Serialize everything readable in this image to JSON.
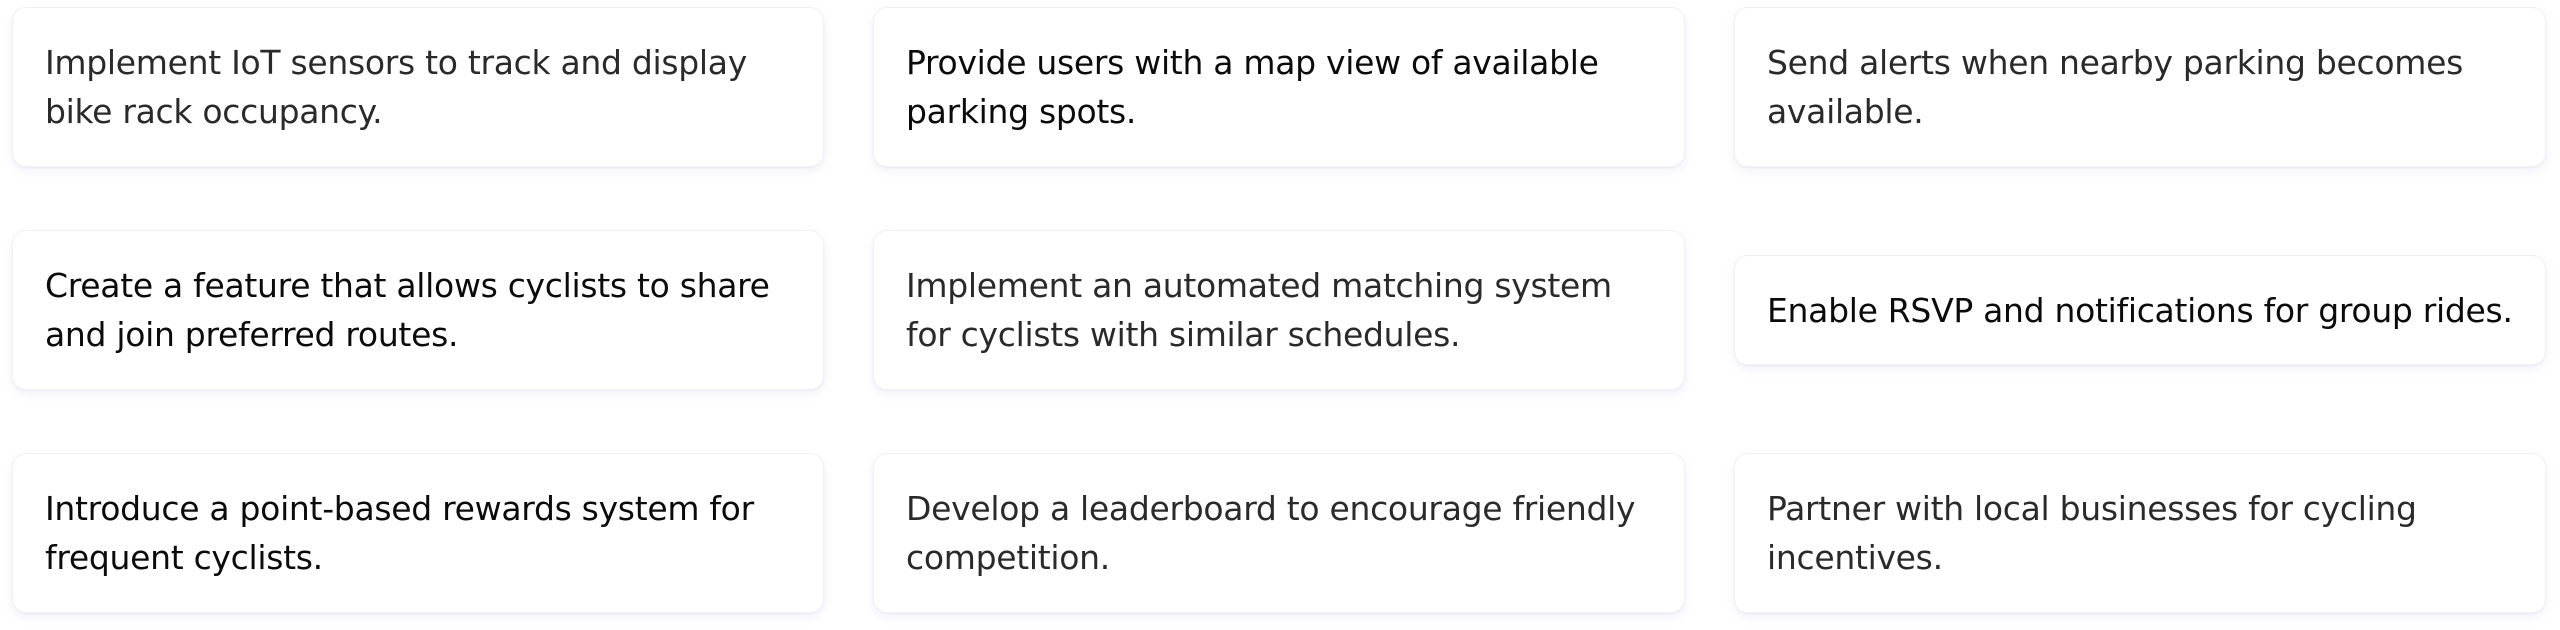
{
  "cards": [
    {
      "text": "Implement IoT sensors to track and display bike rack occupancy."
    },
    {
      "text": "Provide users with a map view of available parking spots."
    },
    {
      "text": "Send alerts when nearby parking becomes available."
    },
    {
      "text": "Create a feature that allows cyclists to share and join preferred routes."
    },
    {
      "text": "Implement an automated matching system for cyclists with similar schedules."
    },
    {
      "text": "Enable RSVP and notifications for group rides."
    },
    {
      "text": "Introduce a point-based rewards system for frequent cyclists."
    },
    {
      "text": "Develop a leaderboard to encourage friendly competition."
    },
    {
      "text": "Partner with local businesses for cycling incentives."
    }
  ]
}
